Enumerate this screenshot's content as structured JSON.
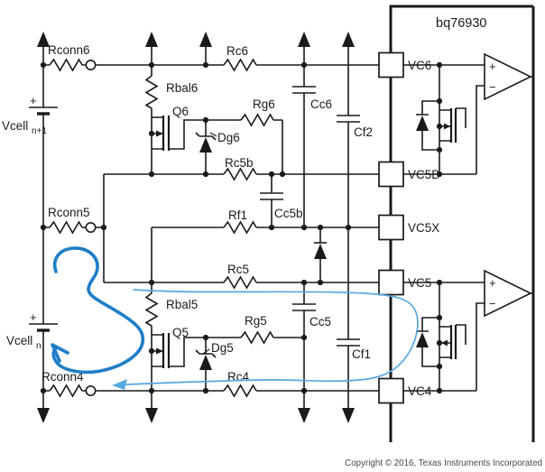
{
  "chip": {
    "title": "bq76930",
    "pins": [
      {
        "id": "vc6",
        "label": "VC6"
      },
      {
        "id": "vc5b",
        "label": "VC5B"
      },
      {
        "id": "vc5x",
        "label": "VC5X"
      },
      {
        "id": "vc5",
        "label": "VC5"
      },
      {
        "id": "vc4",
        "label": "VC4"
      }
    ],
    "opamp": {
      "plus": "+",
      "minus": "−"
    }
  },
  "components": {
    "rconn6": "Rconn6",
    "rc6": "Rc6",
    "rbal6": "Rbal6",
    "q6": "Q6",
    "rg6": "Rg6",
    "dg6": "Dg6",
    "cc6": "Cc6",
    "cf2": "Cf2",
    "rc5b": "Rc5b",
    "rf1": "Rf1",
    "cc5b": "Cc5b",
    "rconn5": "Rconn5",
    "rc5": "Rc5",
    "rbal5": "Rbal5",
    "q5": "Q5",
    "rg5": "Rg5",
    "dg5": "Dg5",
    "cc5": "Cc5",
    "cf1": "Cf1",
    "rconn4": "Rconn4",
    "rc4": "Rc4"
  },
  "sources": {
    "upper": {
      "plus": "+",
      "name": "Vcell",
      "sub": "n+1"
    },
    "lower": {
      "plus": "+",
      "name": "Vcell",
      "sub": "n"
    }
  },
  "footer": {
    "copyright": "Copyright © 2016, Texas Instruments Incorporated"
  },
  "colors": {
    "wire": "#1a1a1a",
    "loop_annotation": "#1e7dc7",
    "path_annotation": "#58a8e0"
  }
}
